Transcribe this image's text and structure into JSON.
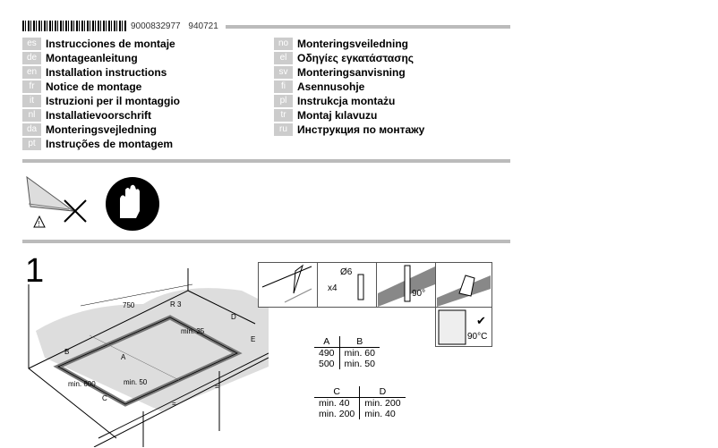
{
  "header": {
    "code1": "9000832977",
    "code2": "940721"
  },
  "languages_left": [
    {
      "code": "es",
      "title": "Instrucciones de montaje"
    },
    {
      "code": "de",
      "title": "Montageanleitung"
    },
    {
      "code": "en",
      "title": "Installation instructions"
    },
    {
      "code": "fr",
      "title": "Notice de montage"
    },
    {
      "code": "it",
      "title": "Istruzioni per il montaggio"
    },
    {
      "code": "nl",
      "title": "Installatievoorschrift"
    },
    {
      "code": "da",
      "title": "Monteringsvejledning"
    },
    {
      "code": "pt",
      "title": "Instruções de montagem"
    }
  ],
  "languages_right": [
    {
      "code": "no",
      "title": "Monteringsveiledning"
    },
    {
      "code": "el",
      "title": "Οδηγίες εγκατάστασης"
    },
    {
      "code": "sv",
      "title": "Monteringsanvisning"
    },
    {
      "code": "fi",
      "title": "Asennusohje"
    },
    {
      "code": "pl",
      "title": "Instrukcja montażu"
    },
    {
      "code": "tr",
      "title": "Montaj kılavuzu"
    },
    {
      "code": "ru",
      "title": "Инструкция по монтажу"
    }
  ],
  "step": {
    "number": "1"
  },
  "diagram": {
    "width": "750",
    "radius": "R 3",
    "a": "A",
    "b": "B",
    "c": "C",
    "d": "D",
    "e": "E",
    "min35": "min. 35",
    "min600": "min. 600",
    "min50": "min. 50",
    "eq": "="
  },
  "tools": {
    "drill_dia": "Ø6",
    "count": "x4",
    "angle": "90°",
    "temp": "90°C"
  },
  "table_ab": {
    "headers": [
      "A",
      "B"
    ],
    "rows": [
      [
        "490",
        "min. 60"
      ],
      [
        "500",
        "min. 50"
      ]
    ]
  },
  "table_cd": {
    "headers": [
      "C",
      "D"
    ],
    "rows": [
      [
        "min. 40",
        "min. 200"
      ],
      [
        "min. 200",
        "min. 40"
      ]
    ]
  }
}
